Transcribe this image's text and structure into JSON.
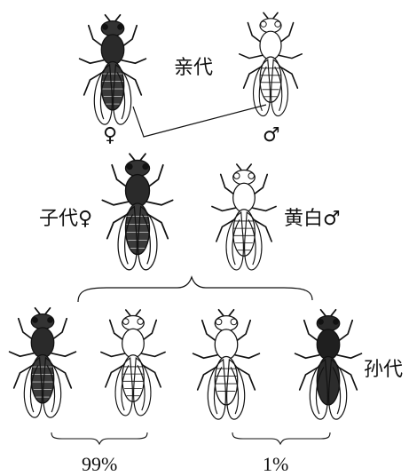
{
  "labels": {
    "parental": "亲代",
    "female_symbol_parent": "♀",
    "male_symbol_parent": "♂",
    "f1_female": "子代♀",
    "f1_male_yellow_white": "黄白♂",
    "f2": "孙代",
    "pct_parental_types": "99%",
    "pct_recombinant_types": "1%"
  },
  "colors": {
    "ink": "#111111",
    "body_dark": "#2a2a2a",
    "body_light": "#ffffff"
  }
}
